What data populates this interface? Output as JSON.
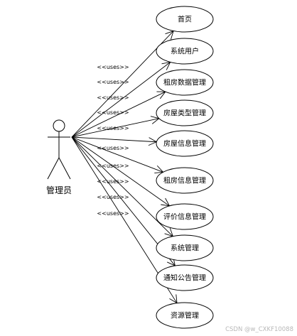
{
  "actor": {
    "name": "管理员"
  },
  "stereotype": "<<uses>>",
  "use_cases": [
    {
      "id": "home",
      "label": "首页"
    },
    {
      "id": "system-user",
      "label": "系统用户"
    },
    {
      "id": "rental-data-management",
      "label": "租房数据管理"
    },
    {
      "id": "house-type-management",
      "label": "房屋类型管理"
    },
    {
      "id": "house-info-management",
      "label": "房屋信息管理"
    },
    {
      "id": "rental-info-management",
      "label": "租房信息管理"
    },
    {
      "id": "review-info-management",
      "label": "评价信息管理"
    },
    {
      "id": "system-management",
      "label": "系统管理"
    },
    {
      "id": "notice-management",
      "label": "通知公告管理"
    },
    {
      "id": "resource-management",
      "label": "资源管理"
    }
  ],
  "watermark": "CSDN @w_CXKF10088"
}
